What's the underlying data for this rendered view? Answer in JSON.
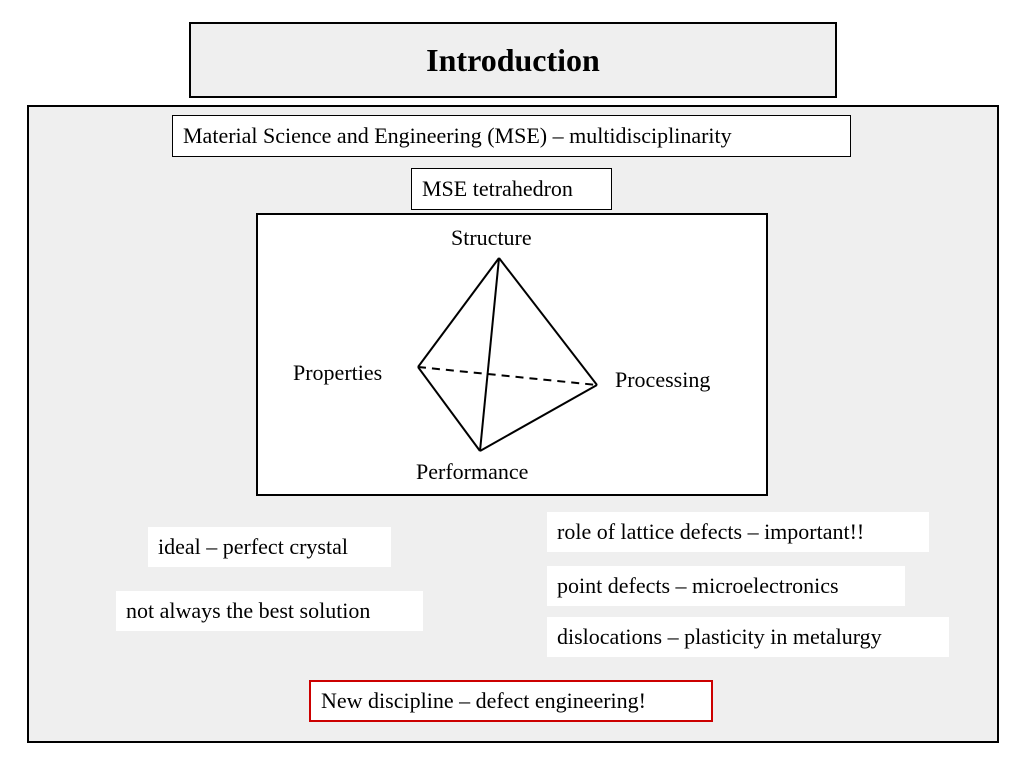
{
  "title": "Introduction",
  "header_box": "Material Science and Engineering  (MSE) – multidisciplinarity",
  "diagram": {
    "caption": "MSE tetrahedron",
    "vertices": {
      "top": "Structure",
      "left": "Properties",
      "right": "Processing",
      "bottom": "Performance"
    },
    "hidden_edge": "Properties–Processing (dashed)"
  },
  "left_notes": [
    "ideal – perfect crystal",
    "not always the best solution"
  ],
  "right_notes": [
    "role of lattice defects – important!!",
    "point defects – microelectronics",
    "dislocations – plasticity in metalurgy"
  ],
  "conclusion": "New discipline – defect engineering!",
  "colors": {
    "panel_background": "#efefef",
    "conclusion_border": "#cc0000"
  }
}
